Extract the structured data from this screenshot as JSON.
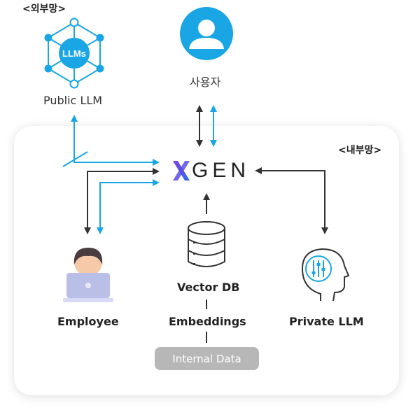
{
  "zones": {
    "external": "<외부망>",
    "internal": "<내부망>"
  },
  "nodes": {
    "public_llm": {
      "badge": "LLMs",
      "label": "Public LLM"
    },
    "user": {
      "label": "사용자"
    },
    "employee": {
      "label": "Employee"
    },
    "xgen": {
      "mark": "X",
      "text": "GEN"
    },
    "vector_db": {
      "label": "Vector DB"
    },
    "embeddings": {
      "label": "Embeddings"
    },
    "internal_data": {
      "label": "Internal Data"
    },
    "private_llm": {
      "label": "Private LLM"
    }
  },
  "colors": {
    "accent_blue": "#1aa6e4",
    "arrow_dark": "#333333",
    "xgen_gradient": [
      "#7b3fe4",
      "#2f6ee8"
    ]
  },
  "icons": [
    "network-hub-icon",
    "user-avatar-icon",
    "employee-laptop-icon",
    "database-icon",
    "brain-chip-icon"
  ]
}
